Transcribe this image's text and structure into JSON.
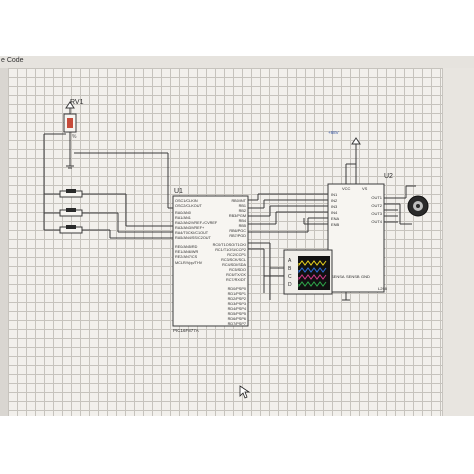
{
  "window": {
    "tab_title": "e Code"
  },
  "schematic": {
    "rv1": {
      "ref": "RV1",
      "pin_label": "%"
    },
    "u1": {
      "ref": "U1",
      "part": "PIC16F877A",
      "pins_left": [
        "OSC1/CLKIN",
        "OSC2/CLKOUT",
        "RA0/AN0",
        "RA1/AN1",
        "RA2/AN2/VREF-/CVREF",
        "RA3/AN3/VREF+",
        "RA4/T0CKI/C1OUT",
        "RA5/AN4/SS/C2OUT",
        "RE0/AN5/RD",
        "RE1/AN6/WR",
        "RE2/AN7/CS",
        "MCLR/Vpp/THV"
      ],
      "pins_right": [
        "RB0/INT",
        "RB1",
        "RB2",
        "RB3/PGM",
        "RB4",
        "RB5",
        "RB6/PGC",
        "RB7/PGD",
        "RC0/T1OSO/T1CKI",
        "RC1/T1OSI/CCP2",
        "RC2/CCP1",
        "RC3/SCK/SCL",
        "RC4/SDI/SDA",
        "RC5/SDO",
        "RC6/TX/CK",
        "RC7/RX/DT",
        "RD0/PSP0",
        "RD1/PSP1",
        "RD2/PSP2",
        "RD3/PSP3",
        "RD4/PSP4",
        "RD5/PSP5",
        "RD6/PSP6",
        "RD7/PSP7"
      ]
    },
    "u2": {
      "ref": "U2",
      "part": "L298",
      "pins_left": [
        "IN1",
        "IN2",
        "IN3",
        "IN4",
        "ENA",
        "ENB"
      ],
      "pins_top": [
        "VCC",
        "VS"
      ],
      "pins_right": [
        "OUT1",
        "OUT2",
        "OUT3",
        "OUT4"
      ],
      "pins_bottom": [
        "SENSA",
        "SENSB",
        "GND"
      ]
    },
    "power_label": "+88V",
    "scope_channels": [
      "A",
      "B",
      "C",
      "D"
    ],
    "scope_colors": [
      "#e8d21e",
      "#2f6fd8",
      "#d23b8a",
      "#2fa84a"
    ]
  }
}
